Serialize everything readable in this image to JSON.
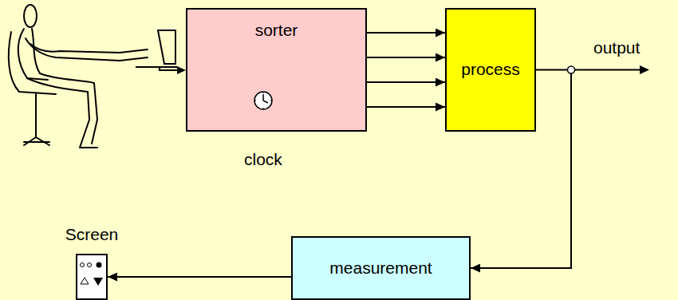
{
  "diagram": {
    "nodes": [
      {
        "text": [
          "sorter"
        ]
      },
      {
        "text": [
          "process"
        ]
      },
      {
        "text": [
          "measurement"
        ]
      },
      {
        "text": [
          "Screen"
        ]
      }
    ],
    "edges": [
      {
        "from": 0,
        "to": 1,
        "arrow": "to"
      },
      {
        "from": 0,
        "to": 1,
        "arrow": "to"
      },
      {
        "from": 0,
        "to": 1,
        "arrow": "to"
      },
      {
        "from": 0,
        "to": 1,
        "arrow": "to"
      },
      {
        "from": 1,
        "to": 2,
        "arrow": "to"
      },
      {
        "from": 2,
        "to": 3,
        "arrow": "to"
      }
    ],
    "labels": [
      "clock",
      "output"
    ]
  }
}
